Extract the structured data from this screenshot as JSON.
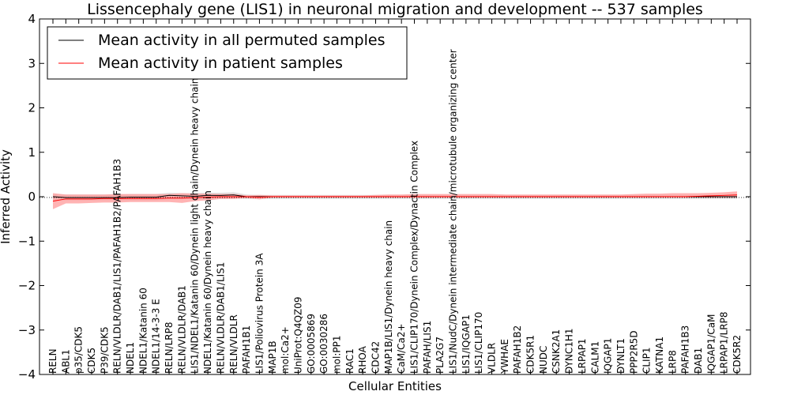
{
  "chart_data": {
    "type": "line",
    "title": "Lissencephaly gene (LIS1) in neuronal migration and development -- 537 samples",
    "xlabel": "Cellular Entities",
    "ylabel": "Inferred Activity",
    "ylim": [
      -4,
      4
    ],
    "yticks": [
      "−4",
      "−3",
      "−2",
      "−1",
      "0",
      "1",
      "2",
      "3",
      "4"
    ],
    "grid": false,
    "legend_position": "top-left",
    "categories": [
      "RELN",
      "ABL1",
      "p35/CDK5",
      "CDK5",
      "P39/CDK5",
      "RELN/VLDLR/DAB1/LIS1/PAFAH1B2/PAFAH1B3",
      "NDEL1",
      "NDEL1/Katanin 60",
      "NDEL1/14-3-3 E",
      "RELN/LRP8",
      "RELN/VLDLR/DAB1",
      "LIS1/NDEL1/Katanin 60/Dynein light chain/Dynein heavy chain",
      "NDEL1/Katanin 60/Dynein heavy chain",
      "RELN/VLDLR/DAB1/LIS1",
      "RELN/VLDLR",
      "PAFAH1B1",
      "LIS1/Poliovirus Protein 3A",
      "MAP1B",
      "mol:Ca2+",
      "UniProt:Q4QZ09",
      "GO:0005869",
      "GO:0030286",
      "mol:PP1",
      "RAC1",
      "RHOA",
      "CDC42",
      "MAP1B/LIS1/Dynein heavy chain",
      "CaM/Ca2+",
      "LIS1/CLIP170/Dynein Complex/Dynactin Complex",
      "PAFAH/LIS1",
      "PLA2G7",
      "LIS1/NudC/Dynein intermediate chain/microtubule organizing center",
      "LIS1/IQGAP1",
      "LIS1/CLIP170",
      "VLDLR",
      "YWHAE",
      "PAFAH1B2",
      "CDK5R1",
      "NUDC",
      "CSNK2A1",
      "DYNC1H1",
      "LRPAP1",
      "CALM1",
      "IQGAP1",
      "DYNLT1",
      "PPP2R5D",
      "CLIP1",
      "KATNA1",
      "LRP8",
      "PAFAH1B3",
      "DAB1",
      "IQGAP1/CaM",
      "LRPAP1/LRP8",
      "CDK5R2"
    ],
    "series": [
      {
        "name": "Mean activity in all permuted samples",
        "color": "#000000",
        "values": [
          0.0,
          -0.02,
          -0.02,
          -0.02,
          -0.02,
          -0.02,
          -0.01,
          -0.01,
          -0.01,
          0.03,
          0.02,
          0.01,
          0.03,
          0.03,
          0.04,
          0.0,
          0.0,
          0.0,
          0.0,
          0.0,
          0.0,
          0.0,
          0.0,
          0.0,
          0.0,
          0.0,
          0.0,
          0.0,
          0.0,
          0.0,
          0.0,
          0.0,
          0.0,
          0.0,
          0.0,
          0.0,
          0.0,
          0.0,
          0.0,
          0.0,
          0.0,
          0.0,
          0.0,
          0.0,
          0.0,
          0.0,
          0.0,
          0.0,
          0.0,
          0.0,
          0.0,
          0.0,
          0.0,
          0.0
        ],
        "band": {
          "color": "#cccccc",
          "lower": [
            -0.08,
            -0.08,
            -0.08,
            -0.08,
            -0.08,
            -0.08,
            -0.08,
            -0.08,
            -0.08,
            -0.05,
            -0.05,
            -0.06,
            -0.05,
            -0.05,
            -0.04,
            -0.05,
            -0.05,
            -0.05,
            -0.05,
            -0.05,
            -0.05,
            -0.05,
            -0.05,
            -0.05,
            -0.05,
            -0.05,
            -0.05,
            -0.05,
            -0.05,
            -0.05,
            -0.05,
            -0.05,
            -0.05,
            -0.05,
            -0.05,
            -0.05,
            -0.05,
            -0.05,
            -0.05,
            -0.05,
            -0.05,
            -0.05,
            -0.05,
            -0.05,
            -0.05,
            -0.05,
            -0.05,
            -0.05,
            -0.05,
            -0.05,
            -0.05,
            -0.05,
            -0.05,
            -0.05
          ],
          "upper": [
            0.06,
            0.05,
            0.05,
            0.05,
            0.05,
            0.05,
            0.06,
            0.06,
            0.06,
            0.09,
            0.08,
            0.08,
            0.09,
            0.09,
            0.1,
            0.05,
            0.04,
            0.04,
            0.04,
            0.04,
            0.04,
            0.04,
            0.04,
            0.04,
            0.04,
            0.04,
            0.04,
            0.04,
            0.04,
            0.04,
            0.04,
            0.04,
            0.04,
            0.04,
            0.04,
            0.04,
            0.04,
            0.04,
            0.04,
            0.04,
            0.04,
            0.04,
            0.04,
            0.04,
            0.04,
            0.04,
            0.04,
            0.04,
            0.04,
            0.04,
            0.04,
            0.04,
            0.04,
            0.04
          ]
        }
      },
      {
        "name": "Mean activity in patient samples",
        "color": "#ff0000",
        "values": [
          -0.1,
          -0.05,
          -0.05,
          -0.05,
          -0.04,
          -0.04,
          -0.04,
          -0.04,
          -0.04,
          -0.03,
          -0.03,
          -0.02,
          -0.01,
          0.0,
          0.0,
          0.0,
          -0.01,
          0.0,
          0.0,
          0.0,
          0.0,
          0.0,
          0.0,
          0.0,
          0.0,
          0.0,
          0.0,
          0.0,
          0.0,
          0.0,
          0.0,
          0.0,
          0.0,
          0.0,
          0.0,
          0.0,
          0.0,
          0.0,
          0.0,
          0.0,
          0.0,
          0.0,
          0.0,
          0.0,
          0.0,
          0.0,
          0.0,
          0.0,
          0.0,
          0.0,
          0.01,
          0.02,
          0.03,
          0.04
        ],
        "band": {
          "color": "#ff9999",
          "lower": [
            -0.28,
            -0.15,
            -0.15,
            -0.14,
            -0.13,
            -0.13,
            -0.12,
            -0.12,
            -0.12,
            -0.12,
            -0.14,
            -0.1,
            -0.08,
            -0.05,
            -0.05,
            -0.03,
            -0.06,
            -0.02,
            -0.02,
            -0.02,
            -0.02,
            -0.02,
            -0.02,
            -0.02,
            -0.02,
            -0.02,
            -0.02,
            -0.02,
            -0.02,
            -0.02,
            -0.02,
            -0.02,
            -0.02,
            -0.02,
            -0.02,
            -0.02,
            -0.02,
            -0.02,
            -0.02,
            -0.02,
            -0.02,
            -0.02,
            -0.02,
            -0.02,
            -0.02,
            -0.02,
            -0.02,
            -0.02,
            -0.02,
            -0.02,
            -0.02,
            -0.02,
            -0.02,
            -0.02
          ],
          "upper": [
            0.08,
            0.05,
            0.05,
            0.05,
            0.05,
            0.06,
            0.06,
            0.06,
            0.06,
            0.06,
            0.08,
            0.07,
            0.07,
            0.06,
            0.06,
            0.03,
            0.04,
            0.03,
            0.03,
            0.03,
            0.03,
            0.03,
            0.03,
            0.03,
            0.03,
            0.04,
            0.05,
            0.05,
            0.06,
            0.06,
            0.06,
            0.06,
            0.06,
            0.06,
            0.06,
            0.05,
            0.05,
            0.05,
            0.05,
            0.05,
            0.05,
            0.05,
            0.05,
            0.05,
            0.05,
            0.06,
            0.07,
            0.07,
            0.08,
            0.08,
            0.08,
            0.09,
            0.1,
            0.12
          ]
        }
      }
    ]
  }
}
